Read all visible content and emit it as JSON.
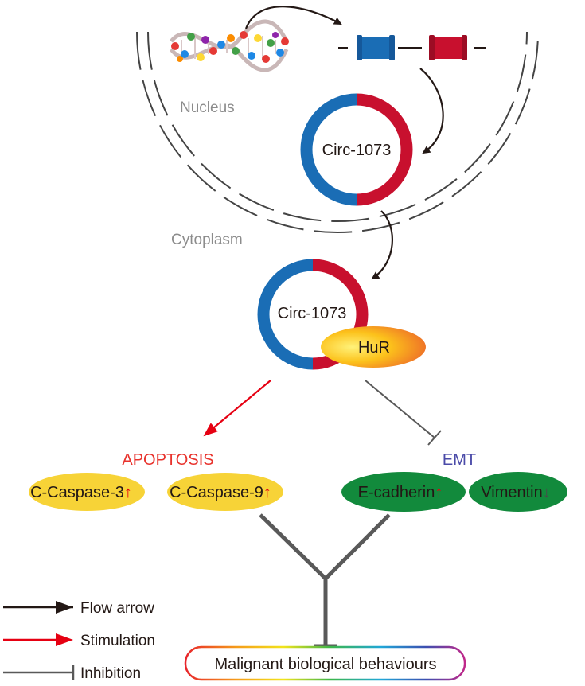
{
  "labels": {
    "nucleus": "Nucleus",
    "cytoplasm": "Cytoplasm",
    "circ_nucleus": "Circ-1073",
    "circ_cytoplasm": "Circ-1073",
    "hur": "HuR",
    "apoptosis": "APOPTOSIS",
    "emt": "EMT",
    "caspase3": "C-Caspase-3",
    "caspase9": "C-Caspase-9",
    "ecadherin": "E-cadherin",
    "vimentin": "Vimentin",
    "up_arrow": "↑",
    "down_arrow": "↓",
    "malignant": "Malignant biological behaviours"
  },
  "legend": {
    "flow": "Flow arrow",
    "stimulation": "Stimulation",
    "inhibition": "Inhibition"
  },
  "colors": {
    "blue": "#1a6db5",
    "red": "#c8102e",
    "yellow": "#f7d337",
    "green": "#128a3c",
    "gray": "#8c8c8c",
    "arrow": "#231815",
    "stim": "#e60012",
    "apoptosis_text": "#e8322c",
    "emt_text": "#4a4aa8",
    "inhibit": "#595959"
  }
}
